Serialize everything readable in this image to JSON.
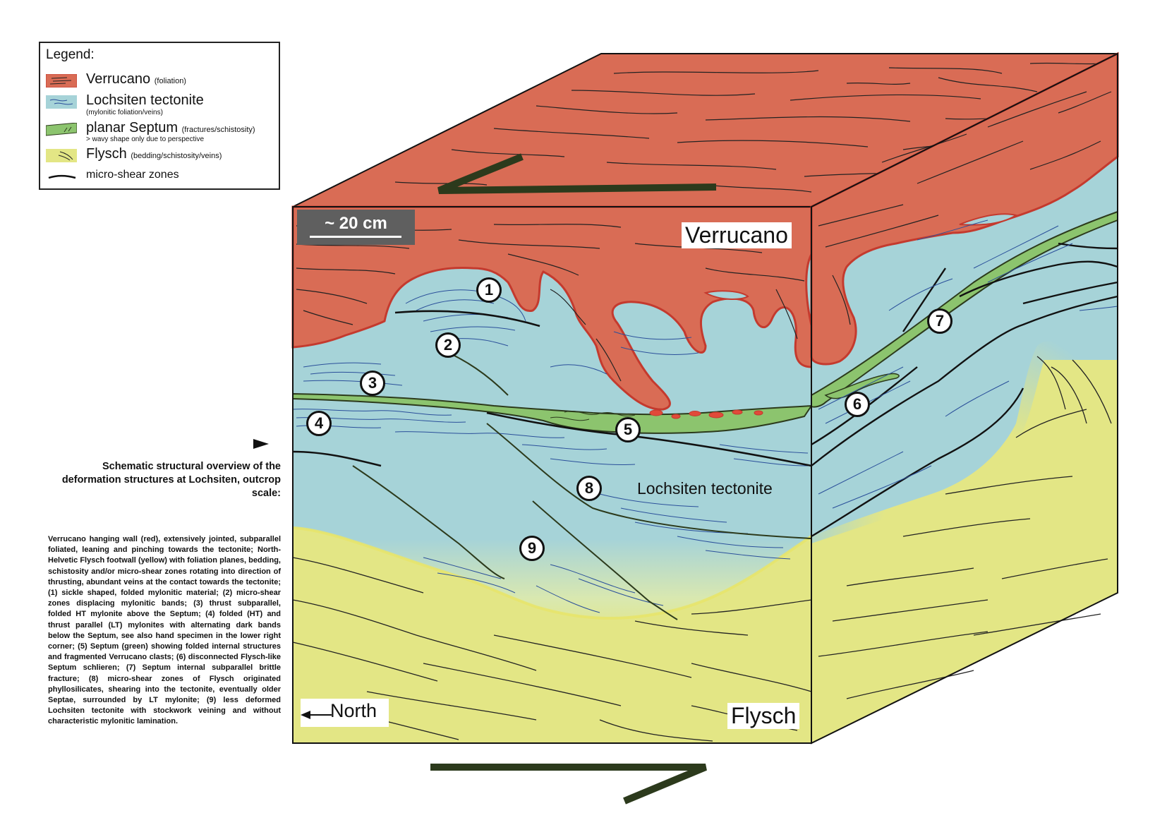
{
  "legend": {
    "title": "Legend:",
    "items": [
      {
        "name": "Verrucano",
        "note": "(foliation)",
        "sub": "",
        "color": "#d96c55"
      },
      {
        "name": "Lochsiten tectonite",
        "note": "",
        "sub": "(mylonitic foliation/veins)",
        "color": "#a6d3d8"
      },
      {
        "name": "planar Septum",
        "note": "(fractures/schistosity)",
        "sub": "> wavy shape only due to perspective",
        "color": "#8cc46e"
      },
      {
        "name": "Flysch",
        "note": "(bedding/schistosity/veins)",
        "sub": "",
        "color": "#e3e685"
      },
      {
        "name": "micro-shear zones",
        "note": "",
        "sub": "",
        "color": "#111111"
      }
    ]
  },
  "caption": {
    "heading": "Schematic structural overview of the deformation structures at Lochsiten, outcrop scale:",
    "body": "Verrucano hanging wall (red), extensively jointed, subparallel foliated, leaning and pinching towards the tectonite; North-Helvetic Flysch footwall (yellow) with foliation planes, bedding, schistosity and/or micro-shear zones rotating into direction of thrusting, abundant veins at the contact towards the tectonite; (1) sickle shaped, folded mylonitic material; (2) micro-shear zones displacing mylonitic bands; (3) thrust subparallel, folded HT mylonite above the Septum; (4) folded (HT) and thrust parallel (LT) mylonites with alternating dark bands below the Septum, see also hand specimen in the lower right corner; (5) Septum (green) showing folded internal structures and fragmented Verrucano clasts; (6) disconnected Flysch-like Septum schlieren; (7) Septum internal subparallel brittle fracture; (8) micro-shear zones of Flysch originated phyllosilicates, shearing into the tectonite, eventually older Septae, surrounded by LT mylonite; (9) less deformed Lochsiten tectonite with stockwork veining and without characteristic mylonitic lamination."
  },
  "block_labels": {
    "verrucano": "Verrucano",
    "lochsiten": "Lochsiten tectonite",
    "flysch": "Flysch",
    "north": "North",
    "scale": "~ 20 cm"
  },
  "markers": [
    "1",
    "2",
    "3",
    "4",
    "5",
    "6",
    "7",
    "8",
    "9"
  ],
  "colors": {
    "verrucano": "#d96c55",
    "verrucano_outline": "#c43a2e",
    "lochsiten": "#a6d3d8",
    "septum": "#8cc46e",
    "flysch": "#e3e685",
    "shear_arrow": "#2c3a1c",
    "line": "#111111",
    "vein": "#2a4f9a"
  }
}
